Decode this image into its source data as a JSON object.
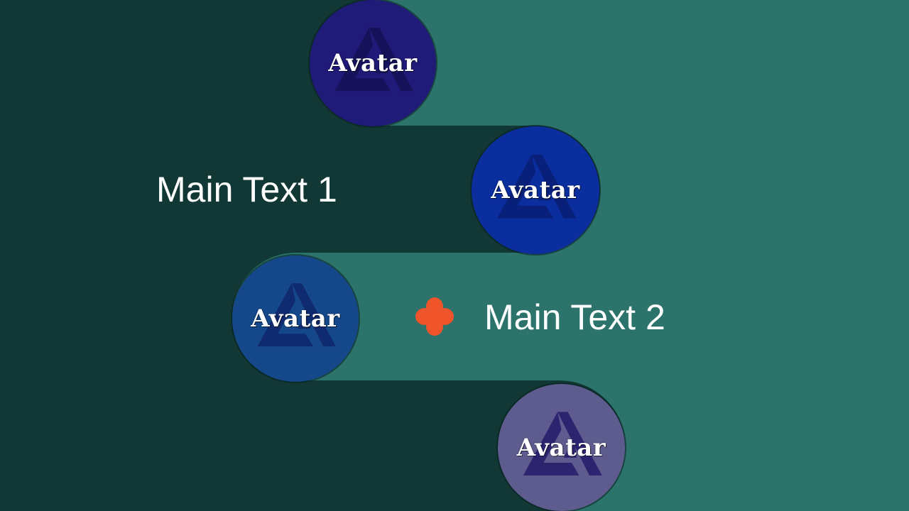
{
  "colors": {
    "dark_background": "#113835",
    "teal_background": "#2c746b",
    "text": "#ffffff",
    "accent_icon": "#f0542a"
  },
  "avatars": [
    {
      "label": "Avatar",
      "fill": "#201a78",
      "logo": "#16125a"
    },
    {
      "label": "Avatar",
      "fill": "#0a2e9e",
      "logo": "#08207a"
    },
    {
      "label": "Avatar",
      "fill": "#14488a",
      "logo": "#0f2a6e"
    },
    {
      "label": "Avatar",
      "fill": "#5e5c8e",
      "logo": "#2d2470"
    }
  ],
  "items": [
    {
      "text": "Main Text 1"
    },
    {
      "text": "Main Text 2",
      "icon": "clover-icon"
    }
  ]
}
